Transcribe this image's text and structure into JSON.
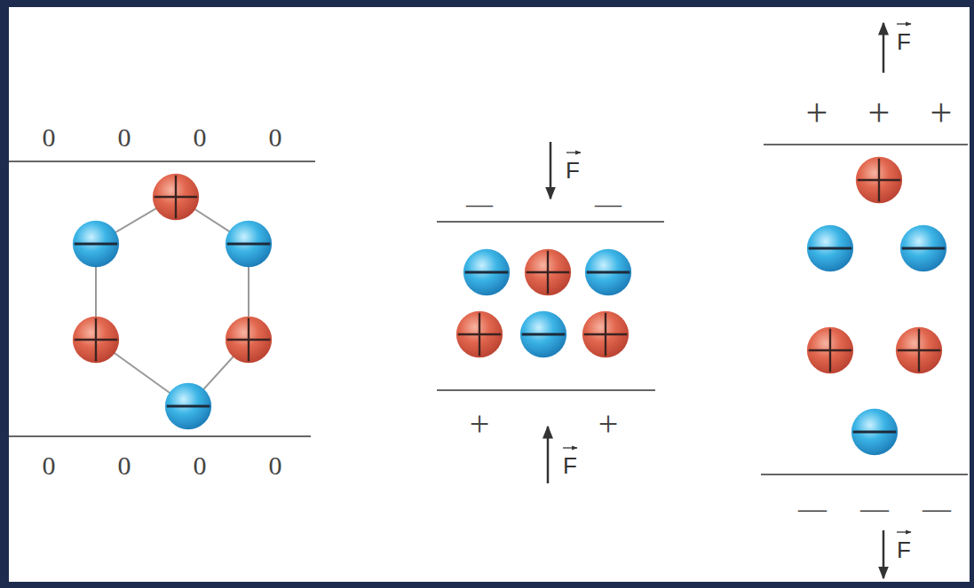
{
  "diagram": {
    "labels": [
      "0",
      "0",
      "0",
      "0",
      "0",
      "0",
      "0",
      "0",
      "—",
      "—",
      "F",
      "+",
      "+",
      "F",
      "F",
      "+",
      "+",
      "+",
      "—",
      "—",
      "—",
      "F"
    ]
  }
}
